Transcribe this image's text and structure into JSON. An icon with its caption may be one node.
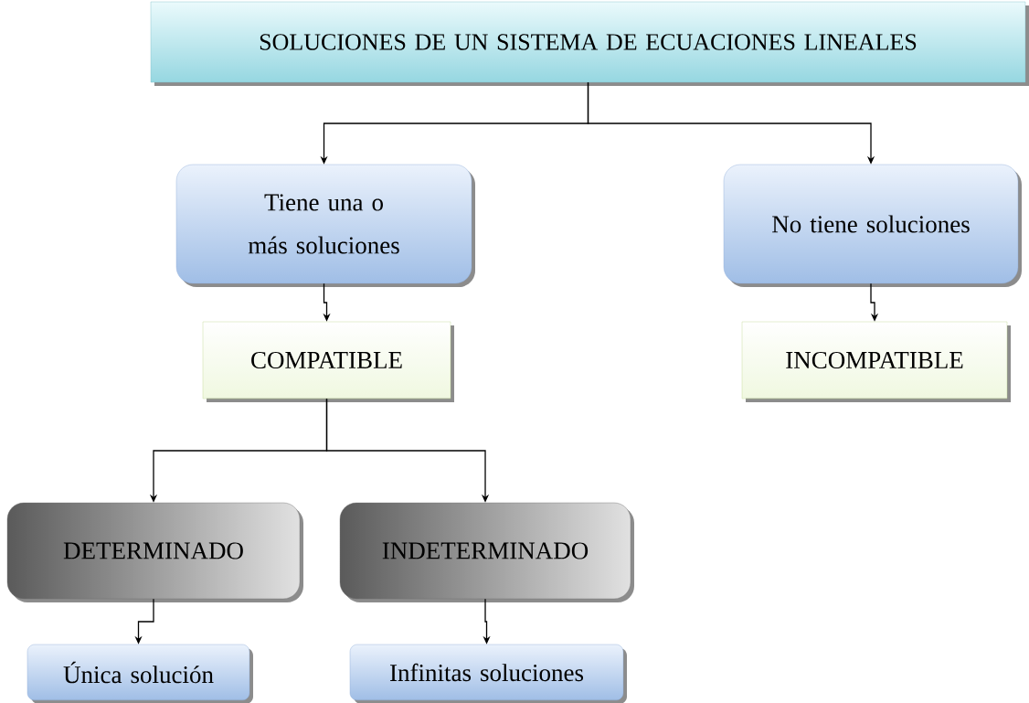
{
  "diagram": {
    "nodes": [
      {
        "text": [
          "SOLUCIONES DE UN SISTEMA DE ECUACIONES LINEALES"
        ]
      },
      {
        "text": [
          "Tiene una o más soluciones"
        ]
      },
      {
        "text": [
          "No tiene soluciones"
        ]
      },
      {
        "text": [
          "COMPATIBLE"
        ]
      },
      {
        "text": [
          "INCOMPATIBLE"
        ]
      },
      {
        "text": [
          "DETERMINADO"
        ]
      },
      {
        "text": [
          "INDETERMINADO"
        ]
      },
      {
        "text": [
          "Única solución"
        ]
      },
      {
        "text": [
          "Infinitas soluciones"
        ]
      }
    ],
    "edges": [
      {
        "from": 0,
        "to": 1,
        "arrow": "to"
      },
      {
        "from": 0,
        "to": 2,
        "arrow": "to"
      },
      {
        "from": 1,
        "to": 3,
        "arrow": "to"
      },
      {
        "from": 2,
        "to": 4,
        "arrow": "to"
      },
      {
        "from": 3,
        "to": 5,
        "arrow": "to"
      },
      {
        "from": 3,
        "to": 6,
        "arrow": "to"
      },
      {
        "from": 5,
        "to": 7,
        "arrow": "to"
      },
      {
        "from": 6,
        "to": 8,
        "arrow": "to"
      }
    ]
  }
}
